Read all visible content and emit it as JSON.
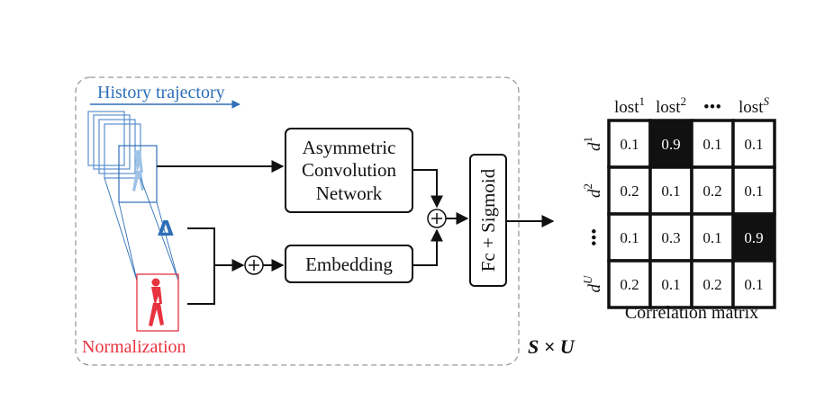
{
  "left_panel": {
    "history_label": "History trajectory",
    "delta_symbol": "Δ",
    "normalization_label": "Normalization"
  },
  "blocks": {
    "acn_lines": [
      "Asymmetric",
      "Convolution",
      "Network"
    ],
    "embedding": "Embedding",
    "fc_sigmoid": "Fc + Sigmoid"
  },
  "dims_label": "S × U",
  "matrix": {
    "columns": [
      {
        "base": "lost",
        "sup": "1"
      },
      {
        "base": "lost",
        "sup": "2"
      },
      {
        "base": "•••",
        "sup": ""
      },
      {
        "base": "lost",
        "sup": "S"
      }
    ],
    "rows": [
      {
        "base": "d",
        "sup": "1"
      },
      {
        "base": "d",
        "sup": "2"
      },
      {
        "base": "•••",
        "sup": ""
      },
      {
        "base": "d",
        "sup": "U"
      }
    ],
    "values": [
      [
        "0.1",
        "0.9",
        "0.1",
        "0.1"
      ],
      [
        "0.2",
        "0.1",
        "0.2",
        "0.1"
      ],
      [
        "0.1",
        "0.3",
        "0.1",
        "0.9"
      ],
      [
        "0.2",
        "0.1",
        "0.2",
        "0.1"
      ]
    ],
    "highlight_value": "0.9",
    "caption": "Correlation matrix"
  },
  "colors": {
    "history_blue": "#2e6fb7",
    "normalization_red": "#e8323f",
    "dashed_border": "#9a9a9a",
    "highlight_fill": "#111111"
  }
}
